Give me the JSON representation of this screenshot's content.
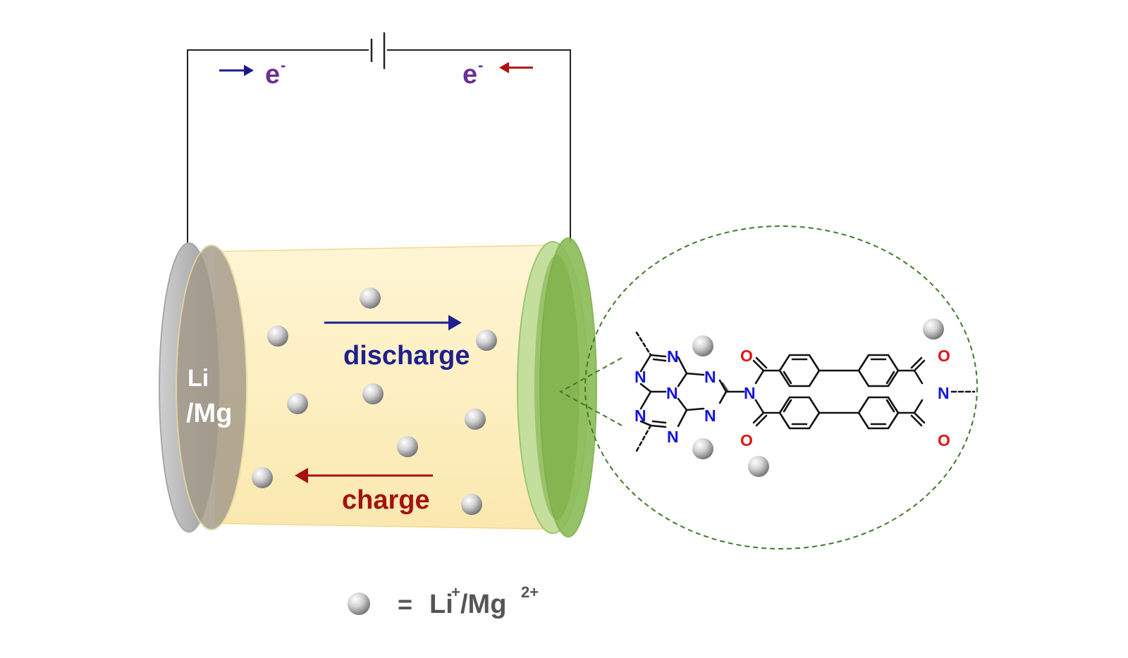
{
  "circuit": {
    "electron_left": "e",
    "electron_right": "e",
    "electron_sup": "-",
    "colors": {
      "left_arrow": "#1a1a8c",
      "right_arrow": "#b01010",
      "electron_text": "#6a2f93"
    }
  },
  "anode": {
    "line1": "Li",
    "line2": "/Mg"
  },
  "electrolyte": {
    "discharge_label": "discharge",
    "charge_label": "charge",
    "colors": {
      "discharge": "#1f1f8f",
      "charge": "#a51010"
    }
  },
  "structure": {
    "nitrogen": "N",
    "oxygen": "O"
  },
  "legend": {
    "equals": "=",
    "li": "Li",
    "li_sup": "+",
    "sep": "/Mg",
    "mg_sup": "2+"
  }
}
